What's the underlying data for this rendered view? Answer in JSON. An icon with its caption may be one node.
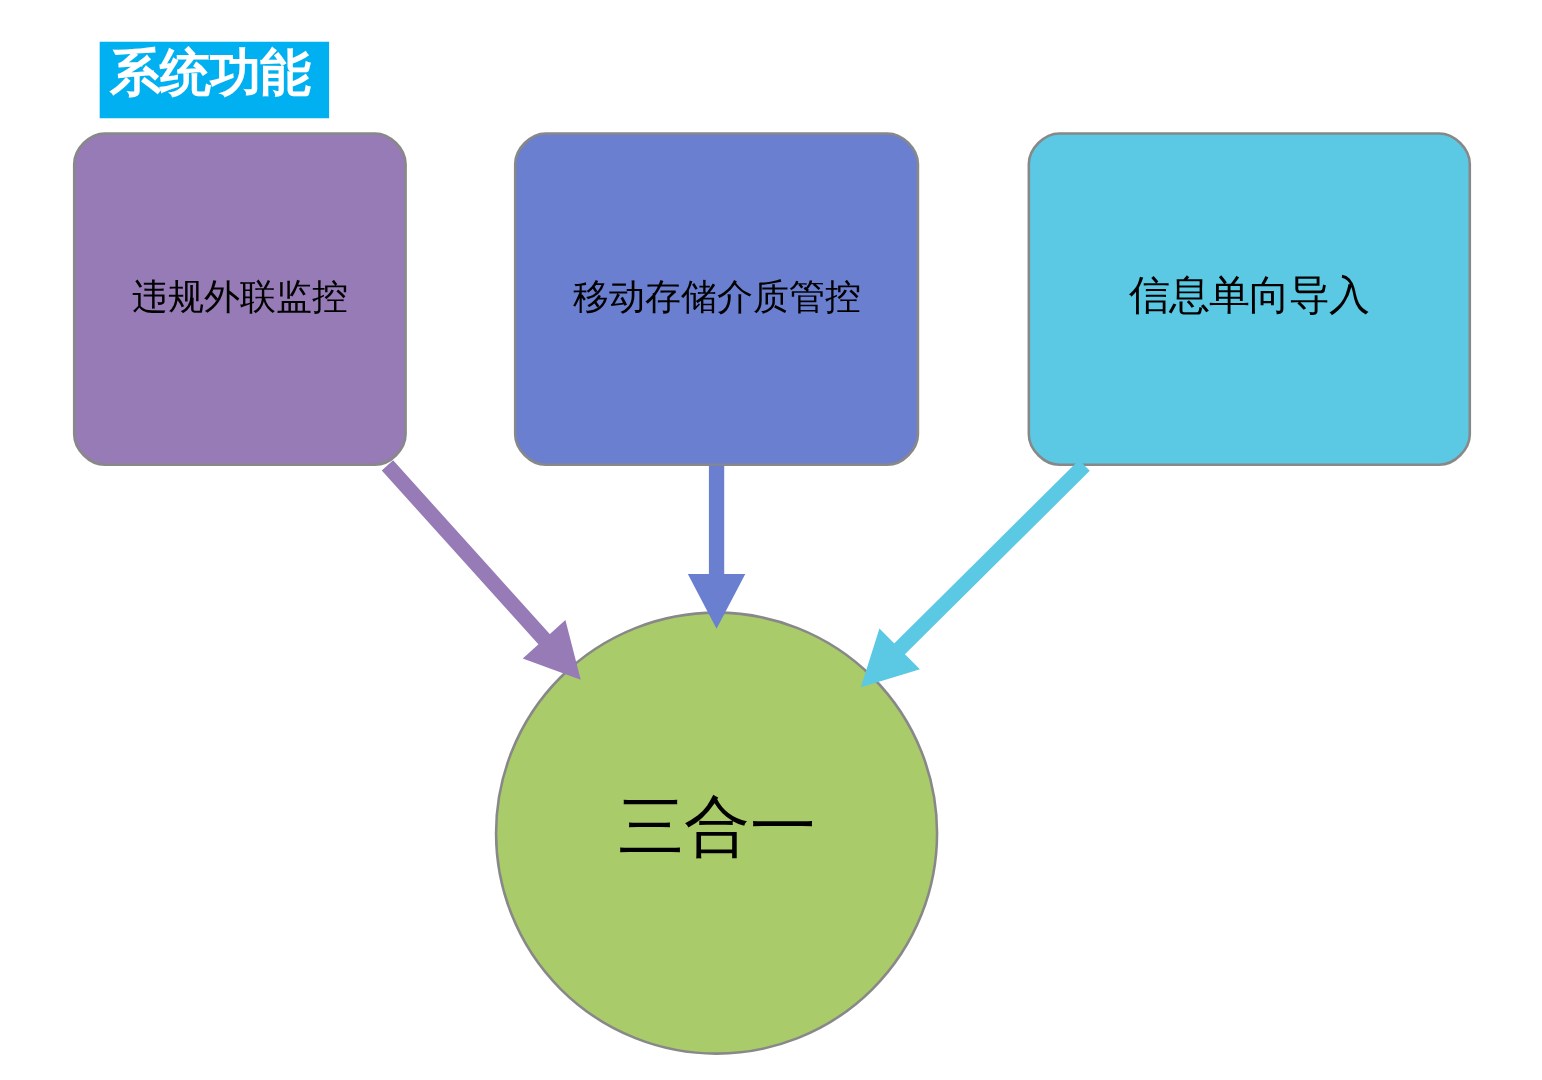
{
  "diagram": {
    "title": "系统功能",
    "nodes": [
      {
        "text": [
          "违规外联监控"
        ]
      },
      {
        "text": [
          "移动存储介质管控"
        ]
      },
      {
        "text": [
          "信息单向导入"
        ]
      },
      {
        "text": [
          "三合一"
        ]
      }
    ],
    "edges": [
      {
        "from": 0,
        "to": 3,
        "arrow": "to",
        "color": "#967bb6"
      },
      {
        "from": 1,
        "to": 3,
        "arrow": "to",
        "color": "#6a7fcf"
      },
      {
        "from": 2,
        "to": 3,
        "arrow": "to",
        "color": "#5bc8e4"
      }
    ]
  }
}
